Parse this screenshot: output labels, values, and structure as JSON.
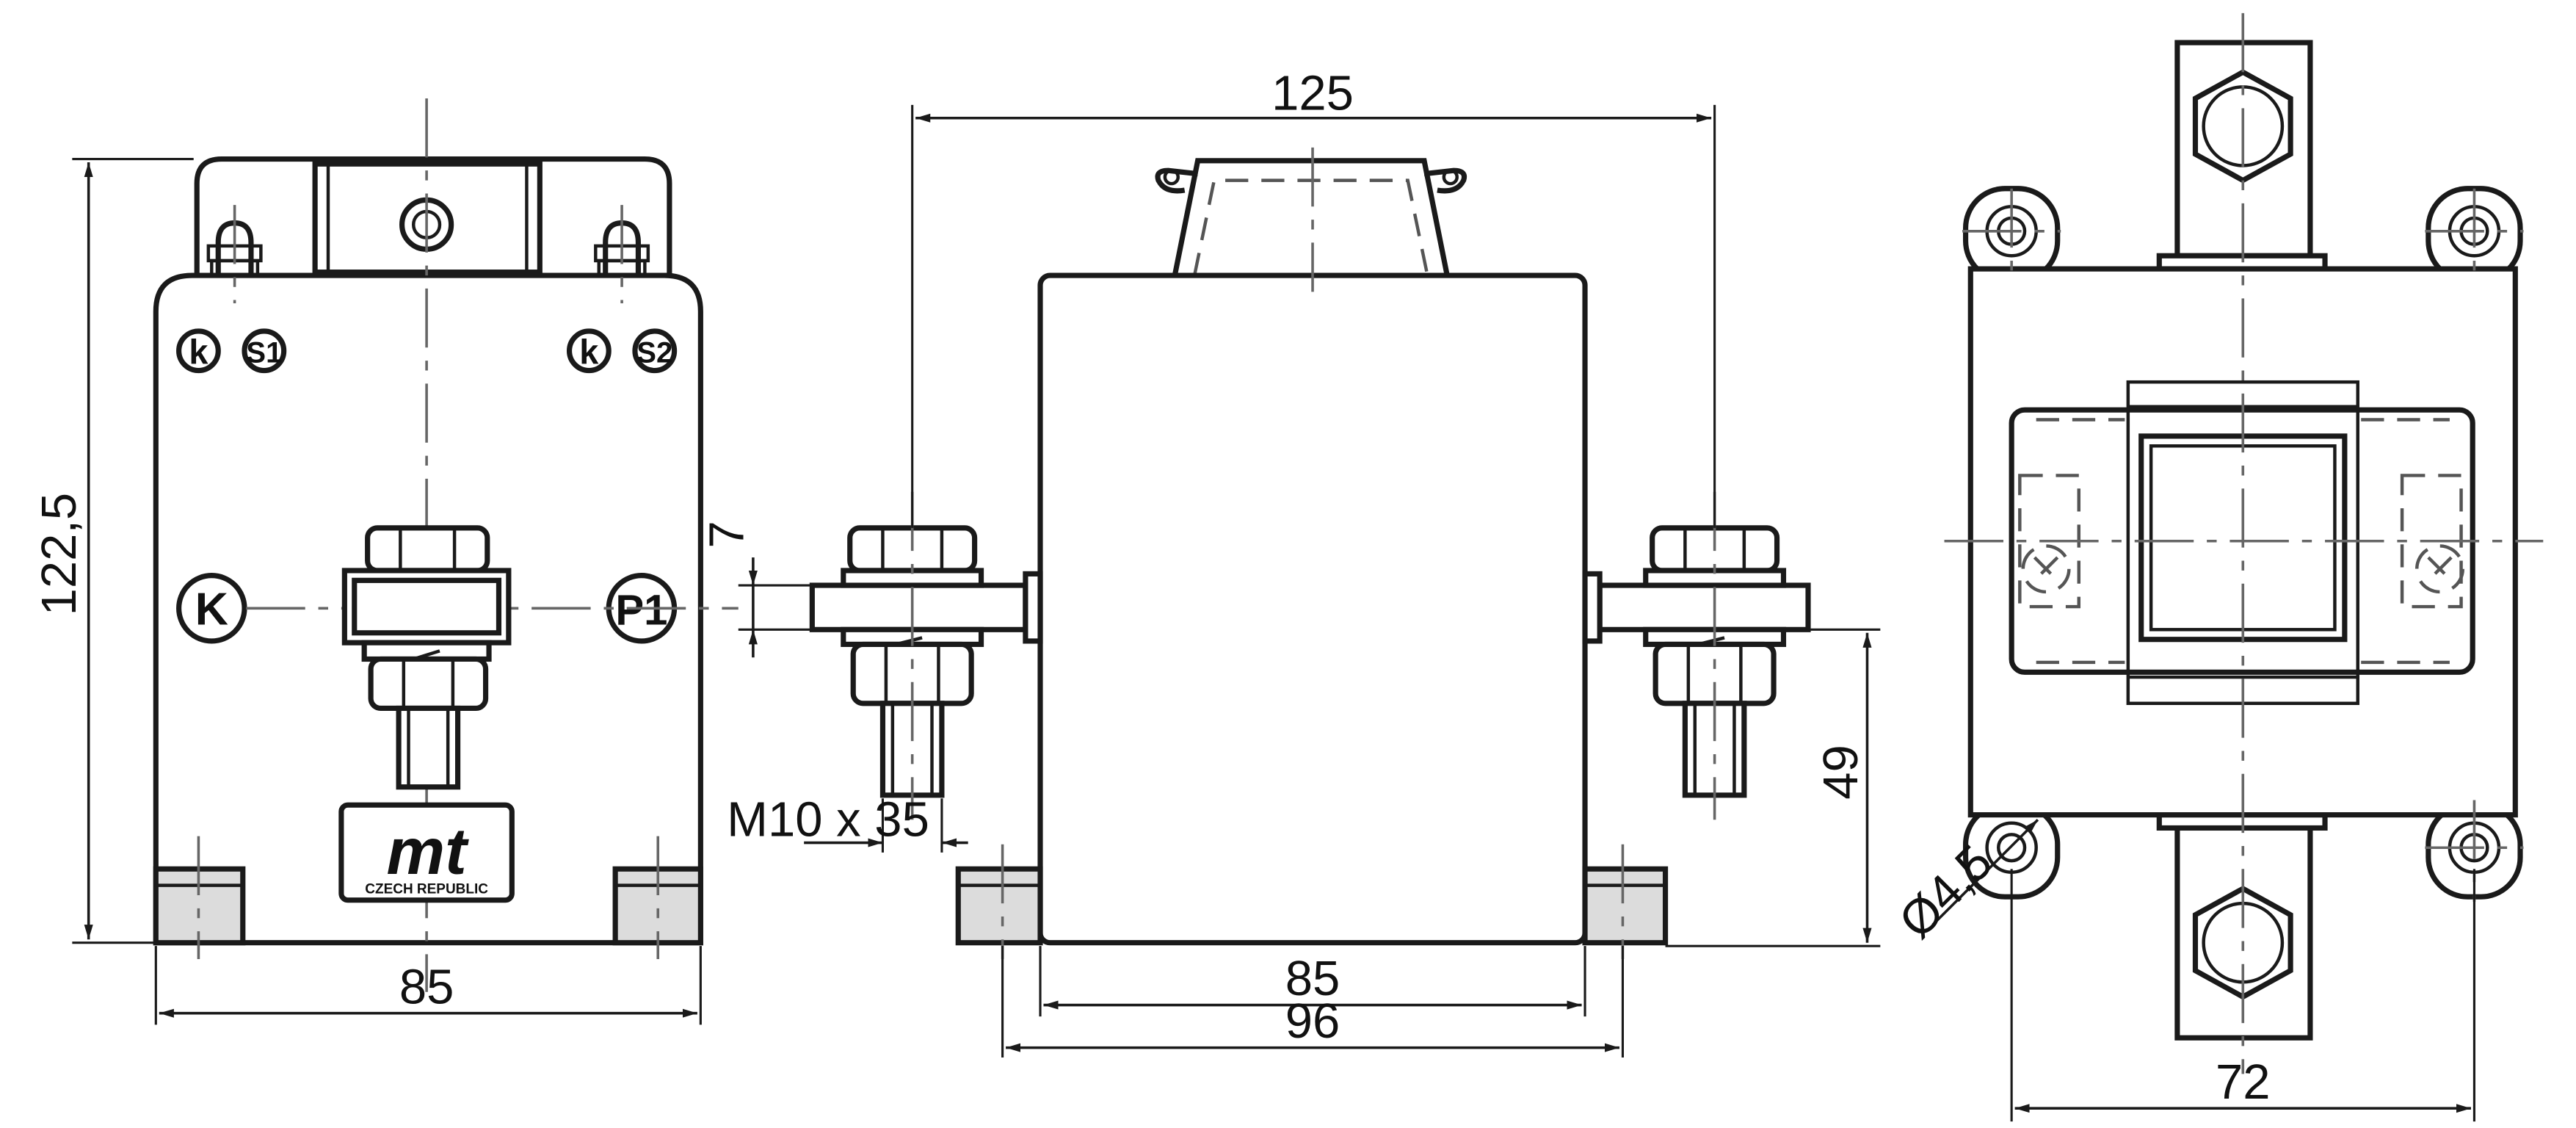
{
  "dimensions": {
    "height_total": "122,5",
    "width_front": "85",
    "length_overall": "125",
    "bar_thickness": "7",
    "thread": "M10 x 35",
    "bar_height": "49",
    "body_width": "85",
    "base_width": "96",
    "hole_diameter": "Ø4,5",
    "mount_spacing": "72"
  },
  "terminals": {
    "k_left": "k",
    "s1": "S1",
    "k_right": "k",
    "s2": "S2",
    "primary_k": "K",
    "primary_p1": "P1"
  },
  "logo": {
    "mark": "mt",
    "caption": "CZECH REPUBLIC"
  },
  "colors": {
    "line": "#1a1a1a",
    "foot_fill": "#dcdcdc",
    "background": "#ffffff"
  }
}
